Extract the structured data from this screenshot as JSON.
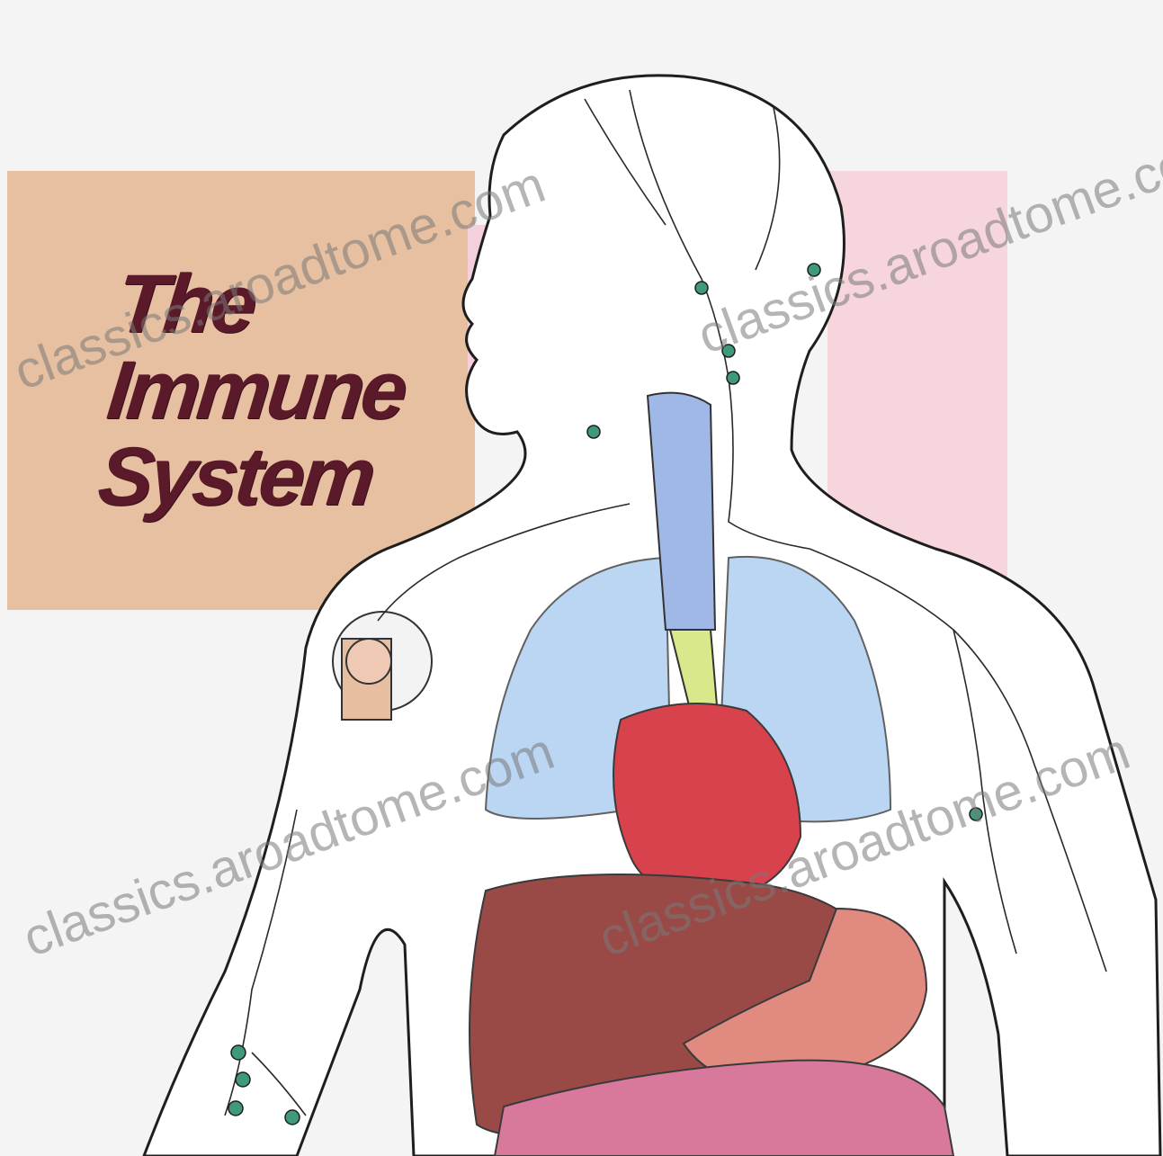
{
  "title": {
    "line1": "The",
    "line2": "Immune",
    "line3": "System"
  },
  "watermarks": [
    "classics.aroadtome.com",
    "classics.aroadtome.com",
    "classics.aroadtome.com",
    "classics.aroadtome.com"
  ],
  "colors": {
    "title_panel": "#e6c0a0",
    "title_text": "#5a1a2a",
    "lungs": "#a9cdef",
    "heart": "#d8424c",
    "liver": "#9a4a46",
    "stomach": "#e08a80",
    "intestines": "#d8789a",
    "trachea": "#9fb8e6",
    "lymph_node": "#3f9a7c",
    "bone": "#e7bfa0"
  }
}
